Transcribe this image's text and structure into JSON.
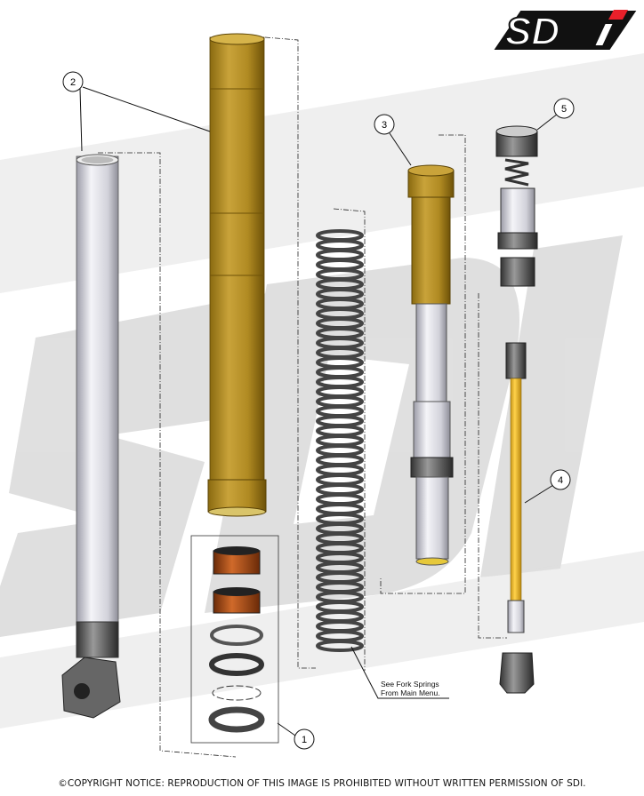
{
  "logo": {
    "text": "SDi",
    "accent_color": "#e8202a"
  },
  "watermark": {
    "text": "SDi"
  },
  "callouts": [
    {
      "number": "1",
      "part": "bushings-and-seals"
    },
    {
      "number": "2",
      "part": "outer-and-inner-tubes"
    },
    {
      "number": "3",
      "part": "cartridge"
    },
    {
      "number": "4",
      "part": "damper-rod"
    },
    {
      "number": "5",
      "part": "top-valve-assembly"
    }
  ],
  "spring_note": {
    "line1": "See Fork Springs",
    "line2": "From Main Menu."
  },
  "copyright": "©COPYRIGHT NOTICE: REPRODUCTION OF THIS IMAGE IS PROHIBITED WITHOUT WRITTEN PERMISSION OF SDI.",
  "colors": {
    "gold": "#b8922a",
    "silver": "#dcdce4",
    "watermark": "#d6d6d6"
  }
}
